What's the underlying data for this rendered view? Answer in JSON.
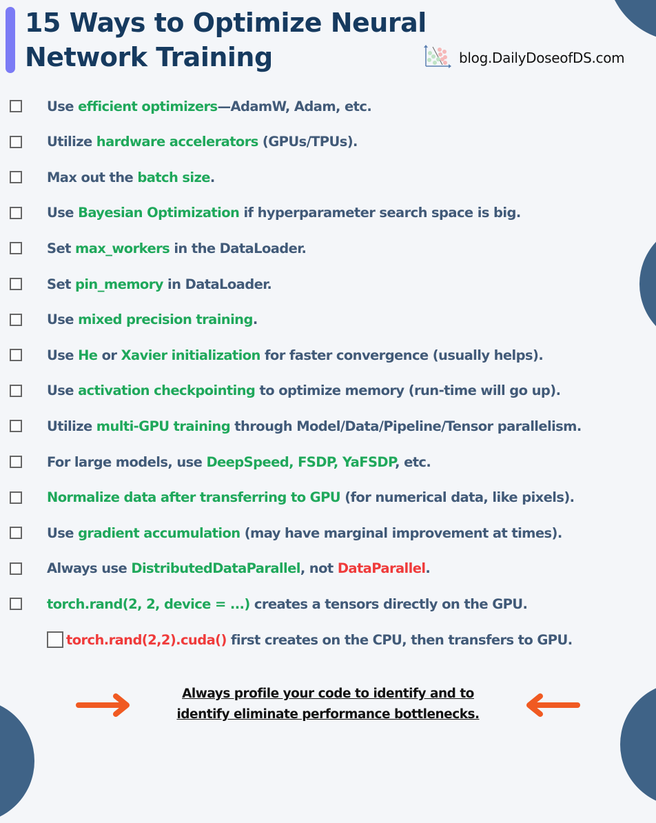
{
  "header": {
    "title_line1": "15 Ways to Optimize Neural",
    "title_line2": "Network Training",
    "brand": "blog.DailyDoseofDS.com",
    "brand_icon": "scatter-classifier-icon",
    "accent_bar_color": "#7b7bf5"
  },
  "colors": {
    "title": "#163a5f",
    "body_text": "#415a78",
    "highlight": "#1fa85b",
    "warning": "#ef3b3b",
    "arrow": "#f05a22",
    "blob": "#3f6387",
    "background": "#f4f6f9"
  },
  "items": [
    {
      "segments": [
        {
          "t": "Use ",
          "s": "n"
        },
        {
          "t": "efficient optimizers",
          "s": "g"
        },
        {
          "t": "—AdamW, Adam, etc.",
          "s": "n"
        }
      ]
    },
    {
      "segments": [
        {
          "t": "Utilize ",
          "s": "n"
        },
        {
          "t": "hardware accelerators",
          "s": "g"
        },
        {
          "t": " (GPUs/TPUs).",
          "s": "n"
        }
      ]
    },
    {
      "segments": [
        {
          "t": "Max out the ",
          "s": "n"
        },
        {
          "t": "batch size",
          "s": "g"
        },
        {
          "t": ".",
          "s": "n"
        }
      ]
    },
    {
      "segments": [
        {
          "t": "Use ",
          "s": "n"
        },
        {
          "t": "Bayesian Optimization",
          "s": "g"
        },
        {
          "t": " if hyperparameter search space is big.",
          "s": "n"
        }
      ]
    },
    {
      "segments": [
        {
          "t": "Set ",
          "s": "n"
        },
        {
          "t": "max_workers",
          "s": "g"
        },
        {
          "t": " in the DataLoader.",
          "s": "n"
        }
      ]
    },
    {
      "segments": [
        {
          "t": "Set ",
          "s": "n"
        },
        {
          "t": "pin_memory",
          "s": "g"
        },
        {
          "t": " in DataLoader.",
          "s": "n"
        }
      ]
    },
    {
      "segments": [
        {
          "t": "Use ",
          "s": "n"
        },
        {
          "t": "mixed precision training",
          "s": "g"
        },
        {
          "t": ".",
          "s": "n"
        }
      ]
    },
    {
      "segments": [
        {
          "t": "Use ",
          "s": "n"
        },
        {
          "t": "He",
          "s": "g"
        },
        {
          "t": " or ",
          "s": "n"
        },
        {
          "t": "Xavier initialization",
          "s": "g"
        },
        {
          "t": " for faster convergence (usually helps).",
          "s": "n"
        }
      ]
    },
    {
      "segments": [
        {
          "t": "Use ",
          "s": "n"
        },
        {
          "t": "activation checkpointing",
          "s": "g"
        },
        {
          "t": " to optimize memory (run-time will go up).",
          "s": "n"
        }
      ]
    },
    {
      "segments": [
        {
          "t": "Utilize ",
          "s": "n"
        },
        {
          "t": "multi-GPU training",
          "s": "g"
        },
        {
          "t": " through Model/Data/Pipeline/Tensor parallelism.",
          "s": "n"
        }
      ]
    },
    {
      "segments": [
        {
          "t": "For large models, use ",
          "s": "n"
        },
        {
          "t": "DeepSpeed, FSDP, YaFSDP",
          "s": "g"
        },
        {
          "t": ", etc.",
          "s": "n"
        }
      ]
    },
    {
      "segments": [
        {
          "t": "Normalize data after transferring to GPU",
          "s": "g"
        },
        {
          "t": " (for numerical data, like pixels).",
          "s": "n"
        }
      ]
    },
    {
      "segments": [
        {
          "t": "Use ",
          "s": "n"
        },
        {
          "t": "gradient accumulation",
          "s": "g"
        },
        {
          "t": " (may have marginal improvement at times).",
          "s": "n"
        }
      ]
    },
    {
      "segments": [
        {
          "t": "Always use ",
          "s": "n"
        },
        {
          "t": "DistributedDataParallel",
          "s": "g"
        },
        {
          "t": ", not ",
          "s": "n"
        },
        {
          "t": "DataParallel",
          "s": "r"
        },
        {
          "t": ".",
          "s": "n"
        }
      ]
    },
    {
      "segments": [
        {
          "t": "torch.rand(2, 2, device = ...)",
          "s": "g"
        },
        {
          "t": " creates a tensors directly on the GPU.",
          "s": "n"
        }
      ]
    },
    {
      "sub": true,
      "segments": [
        {
          "t": "torch.rand(2,2).cuda()",
          "s": "r"
        },
        {
          "t": " first creates on the CPU, then transfers to GPU.",
          "s": "n"
        }
      ]
    }
  ],
  "footer": {
    "line1": "Always profile your code to identify and to",
    "line2": "identify eliminate performance bottlenecks.",
    "left_icon": "arrow-right-icon",
    "right_icon": "arrow-left-icon"
  }
}
